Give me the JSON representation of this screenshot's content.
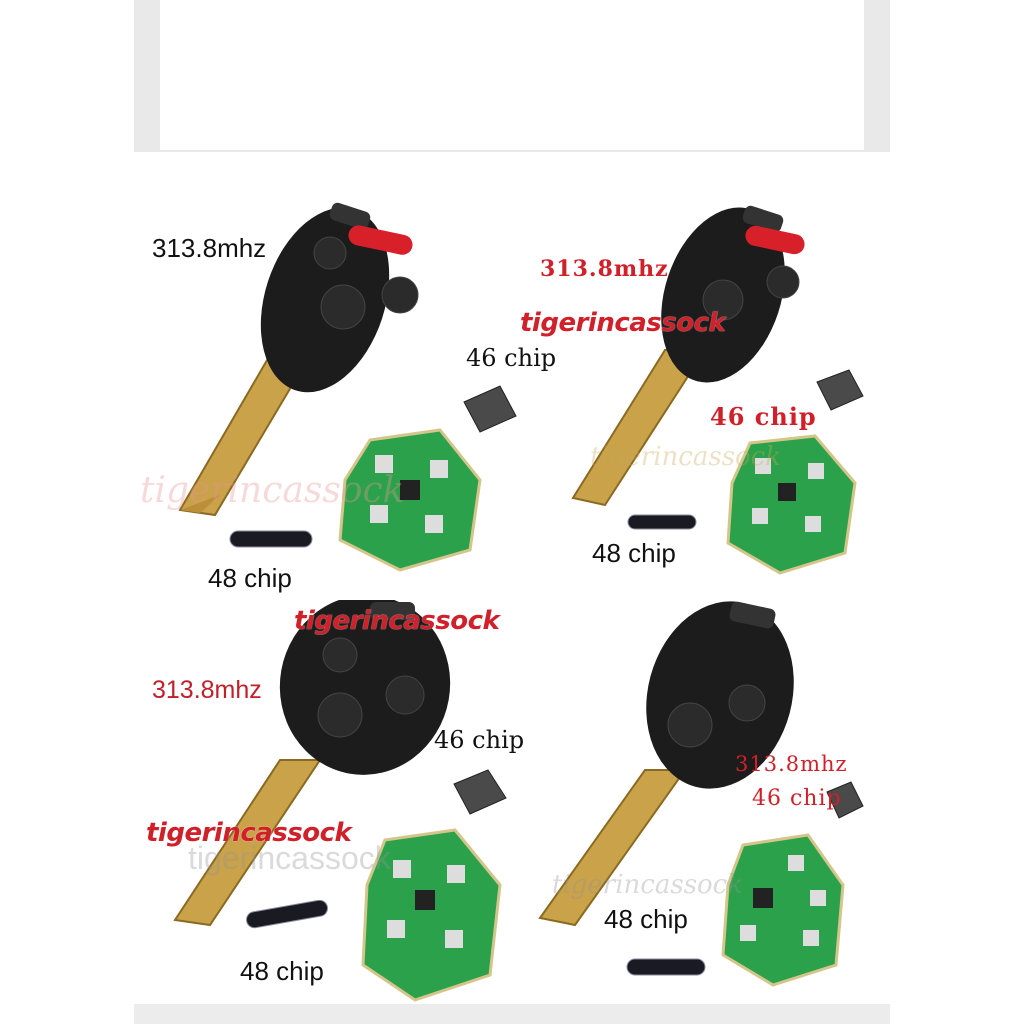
{
  "colors": {
    "brand_red": "#d0202a",
    "key_body": "#1c1c1c",
    "blade": "#caa24a",
    "pcb_green": "#2aa14a"
  },
  "panels": [
    {
      "freq": "313.8mhz",
      "chip_a": "46 chip",
      "chip_b": "48 chip",
      "brand": "",
      "watermark": "tigerincassock"
    },
    {
      "freq": "313.8mhz",
      "chip_a": "46 chip",
      "chip_b": "48 chip",
      "brand": "tigerincassock",
      "watermark": "tigerincassock"
    },
    {
      "freq": "313.8mhz",
      "chip_a": "46 chip",
      "chip_b": "48 chip",
      "brand": "tigerincassock",
      "brand_top": "tigerincassock",
      "watermark": "tigerincassock"
    },
    {
      "freq": "313.8mhz",
      "chip_a": "46 chip",
      "chip_b": "48 chip",
      "brand": "",
      "watermark": "tigerincassock"
    }
  ]
}
